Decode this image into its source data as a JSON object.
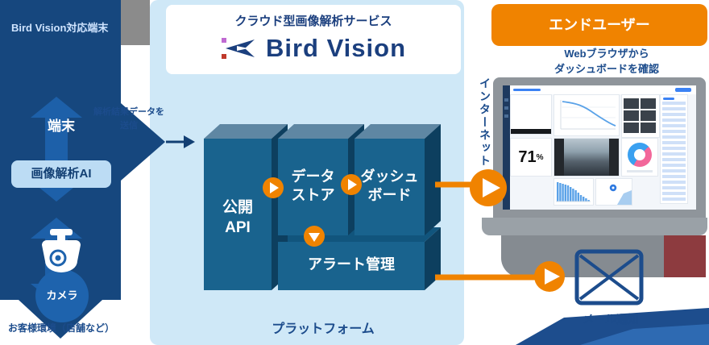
{
  "left_panel": {
    "header": "Bird Vision対応端末",
    "terminal_label": "端末",
    "ai_box_label": "画像解析AI",
    "camera_label": "カメラ",
    "caption": "お客様環境（店舗など）",
    "flow_label_line1": "解析結果データを",
    "flow_label_line2": "送信"
  },
  "logo": {
    "subtitle": "クラウド型画像解析サービス",
    "name": "Bird Vision"
  },
  "platform": {
    "api_line1": "公開",
    "api_line2": "API",
    "datastore_line1": "データ",
    "datastore_line2": "ストア",
    "dashboard_line1": "ダッシュ",
    "dashboard_line2": "ボード",
    "alert_label": "アラート管理",
    "caption": "プラットフォーム"
  },
  "end_user": {
    "header": "エンドユーザー",
    "subtitle_line1": "Webブラウザから",
    "subtitle_line2": "ダッシュボードを確認",
    "network_label": "インターネット",
    "mail_label": "メール通知",
    "dashboard": {
      "percent": "71",
      "percent_unit": "%"
    }
  },
  "colors": {
    "navy": "#16477e",
    "medium_blue": "#1e63ad",
    "light_blue_bg": "#cfe8f7",
    "box_front": "#19638e",
    "box_top": "#5f87a3",
    "box_side": "#0d3f5f",
    "orange": "#f08300",
    "gray": "#8b9096",
    "maroon": "#8d3b3f",
    "donut_pink": "#f2679a",
    "donut_blue": "#3aa0f0",
    "chart_blue": "#5aa2e8"
  }
}
